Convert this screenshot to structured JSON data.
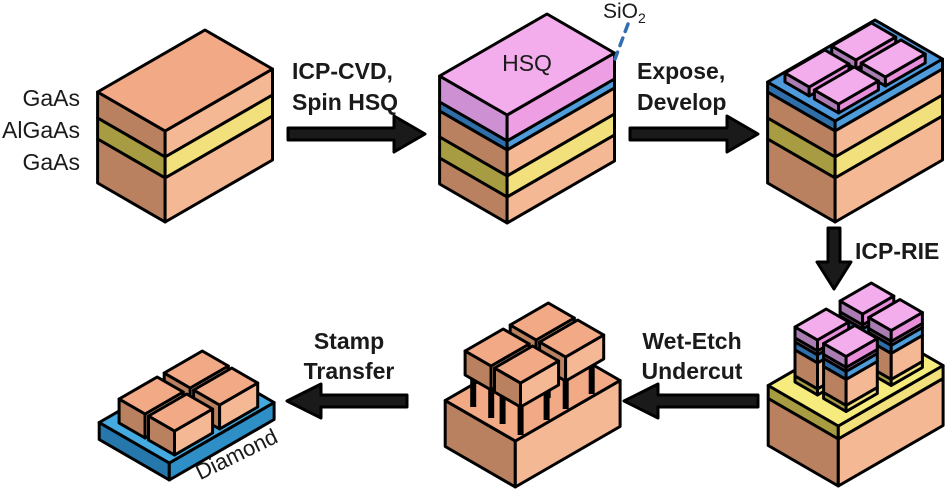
{
  "colors": {
    "outline": "#000000",
    "text": "#1a1a1a",
    "salmon_top": "#F2A986",
    "salmon_right": "#F5B894",
    "salmon_left": "#B98160",
    "yellow_top": "#F6EC7D",
    "yellow_right": "#F2E07C",
    "yellow_left": "#A89C42",
    "blue_top": "#4F9ADD",
    "blue_right": "#4E9CD9",
    "blue_left": "#2F6FA9",
    "pink_top": "#F3ACEC",
    "pink_right": "#EE9FE3",
    "pink_left": "#CD90D2",
    "mesa_right": "#E78EDB",
    "mesa_left": "#A97CB2",
    "mauve_right": "#C489C9",
    "mauve_left": "#9F73A8",
    "diamond_top": "#45AADF",
    "diamond_right": "#2E8EC6",
    "diamond_left": "#2577AC",
    "post": "#000000",
    "callout_line": "#336FB0"
  },
  "stack_labels": {
    "top": "GaAs",
    "middle": "AlGaAs",
    "bottom": "GaAs"
  },
  "annotations": {
    "hsq": "HSQ",
    "sio2_base": "SiO",
    "sio2_sub": "2",
    "diamond": "Diamond"
  },
  "steps": {
    "icpcvd": {
      "line1": "ICP-CVD,",
      "line2": "Spin HSQ"
    },
    "expose": {
      "line1": "Expose,",
      "line2": "Develop"
    },
    "icprie": {
      "label": "ICP-RIE"
    },
    "wetetch": {
      "line1": "Wet-Etch",
      "line2": "Undercut"
    },
    "stamp": {
      "line1": "Stamp",
      "line2": "Transfer"
    }
  }
}
